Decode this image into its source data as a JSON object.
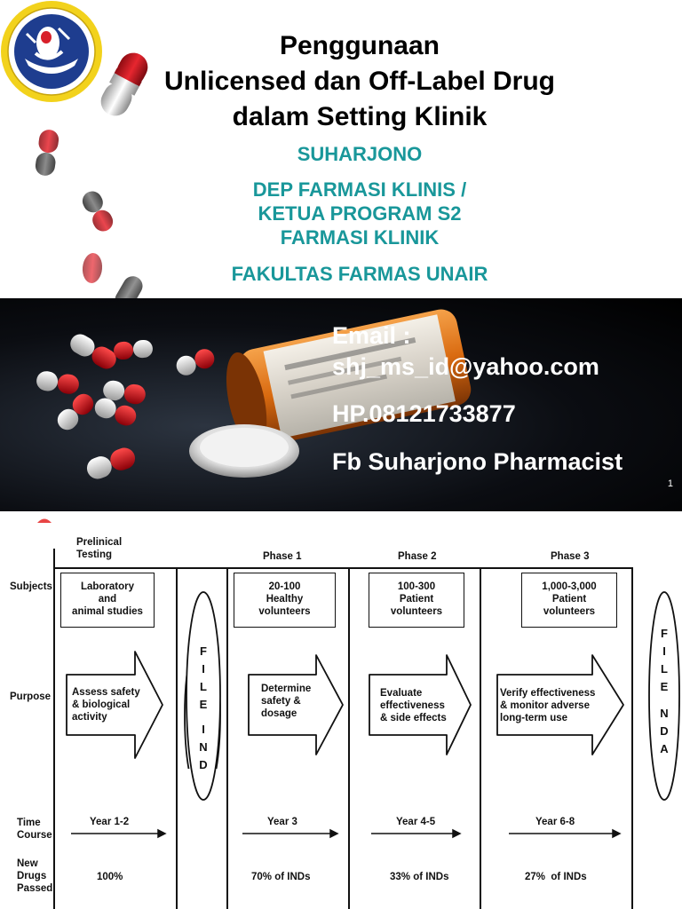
{
  "slide1": {
    "title_lines": [
      "Penggunaan",
      "Unlicensed dan Off-Label Drug",
      "dalam Setting Klinik"
    ],
    "author": "SUHARJONO",
    "affiliation_lines": [
      "DEP FARMASI KLINIS /",
      "KETUA PROGRAM S2",
      "FARMASI KLINIK"
    ],
    "faculty": "FAKULTAS FARMAS UNAIR",
    "contact": {
      "email_label": "Email :",
      "email": "shj_ms_id@yahoo.com",
      "phone": "HP.08121733877",
      "facebook": "Fb Suharjono Pharmacist"
    },
    "page_number": "1",
    "colors": {
      "accent_teal": "#19979a",
      "capsule_red": "#d8202a",
      "bottle_orange": "#e07a1c"
    }
  },
  "slide2": {
    "headers": {
      "preclinical": [
        "Prelinical",
        "Testing"
      ],
      "phase1": "Phase 1",
      "phase2": "Phase 2",
      "phase3": "Phase 3"
    },
    "row_labels": {
      "subjects": "Subjects",
      "purpose": "Purpose",
      "time_course": [
        "Time",
        "Course"
      ],
      "new_drugs_passed": [
        "New",
        "Drugs",
        "Passed"
      ]
    },
    "subjects": {
      "preclinical": [
        "Laboratory",
        "and",
        "animal studies"
      ],
      "phase1": [
        "20-100",
        "Healthy",
        "volunteers"
      ],
      "phase2": [
        "100-300",
        "Patient",
        "volunteers"
      ],
      "phase3": [
        "1,000-3,000",
        "Patient",
        "volunteers"
      ]
    },
    "purpose": {
      "preclinical": [
        "Assess safety",
        "& biological",
        "activity"
      ],
      "phase1": [
        "Determine",
        "safety &",
        "dosage"
      ],
      "phase2": [
        "Evaluate",
        "effectiveness",
        "& side effects"
      ],
      "phase3": [
        "Verify effectiveness",
        "& monitor adverse",
        "long-term use"
      ]
    },
    "file_ind": [
      "F",
      "I",
      "L",
      "E",
      "",
      "I",
      "N",
      "D"
    ],
    "file_nda": [
      "F",
      "I",
      "L",
      "E",
      "",
      "N",
      "D",
      "A"
    ],
    "time_course": {
      "preclinical": "Year 1-2",
      "phase1": "Year 3",
      "phase2": "Year 4-5",
      "phase3": "Year 6-8"
    },
    "passed": {
      "preclinical": "100%",
      "phase1": "70% of INDs",
      "phase2": "33% of INDs",
      "phase3": "27%  of INDs"
    }
  }
}
